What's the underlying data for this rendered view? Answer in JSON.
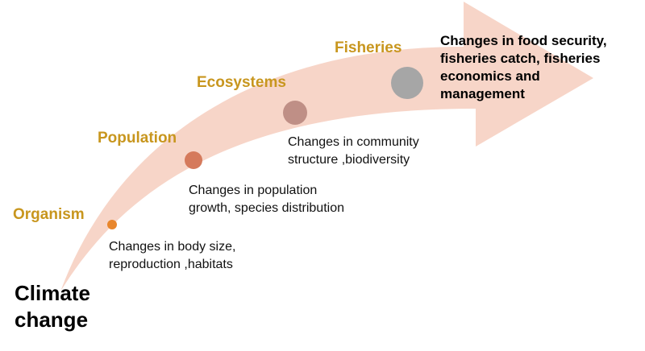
{
  "title": {
    "line1": "Climate",
    "line2": "change"
  },
  "levels": [
    {
      "label": "Organism",
      "marker_color": "#e8862c",
      "desc_line1": "Changes in body size,",
      "desc_line2": "reproduction ,habitats"
    },
    {
      "label": "Population",
      "marker_color": "#d57a5c",
      "desc_line1": "Changes in population",
      "desc_line2": "growth, species distribution"
    },
    {
      "label": "Ecosystems",
      "marker_color": "#bf8f86",
      "desc_line1": "Changes in community",
      "desc_line2": "structure ,biodiversity"
    },
    {
      "label": "Fisheries",
      "marker_color": "#a6a6a6",
      "outcome_line1": "Changes in food security,",
      "outcome_line2": "fisheries catch, fisheries",
      "outcome_line3": "economics and",
      "outcome_line4": "management"
    }
  ],
  "colors": {
    "arrow_fill": "#f7d5c8",
    "level_label": "#c8961e",
    "text": "#111111"
  }
}
